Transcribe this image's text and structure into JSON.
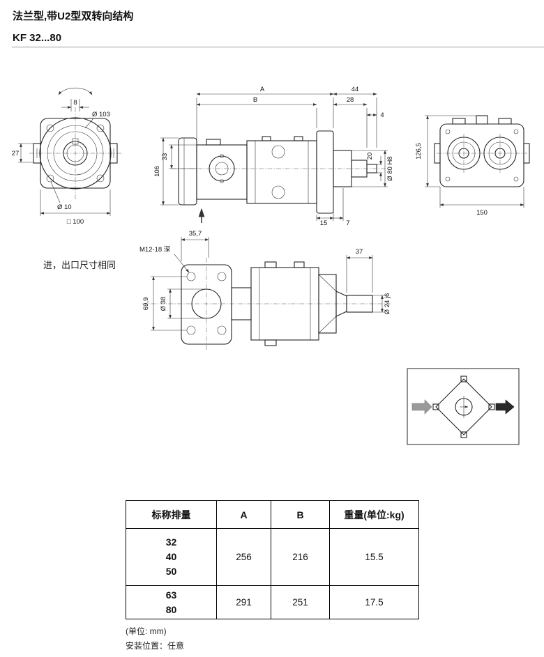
{
  "header": {
    "title": "法兰型,带U2型双转向结构",
    "model": "KF 32...80"
  },
  "drawing": {
    "port_note": "进，出口尺寸相同",
    "front": {
      "key_width": "8",
      "flange_dia": "Ø 103",
      "d27": "27",
      "bolt_hole": "Ø 10",
      "square": "□ 100"
    },
    "side": {
      "a": "A",
      "b": "B",
      "d44": "44",
      "d28": "28",
      "d4": "4",
      "d33": "33",
      "d106": "106",
      "spigot": "Ø 80 H8",
      "d20": "20",
      "d15": "15",
      "d7": "7"
    },
    "rear": {
      "d1265": "126,5",
      "d150": "150"
    },
    "bottom": {
      "d357": "35,7",
      "thread": "M12-18 深",
      "d699": "69,9",
      "d38": "Ø 38",
      "d37": "37",
      "shaft": "Ø 24 j6"
    }
  },
  "table": {
    "headers": [
      "标称排量",
      "A",
      "B",
      "重量(单位:kg)"
    ],
    "rows": [
      {
        "size": "32\n40\n50",
        "a": "256",
        "b": "216",
        "weight": "15.5"
      },
      {
        "size": "63\n80",
        "a": "291",
        "b": "251",
        "weight": "17.5"
      }
    ]
  },
  "footer": {
    "unit": "(单位: mm)",
    "mounting": "安装位置：任意"
  }
}
